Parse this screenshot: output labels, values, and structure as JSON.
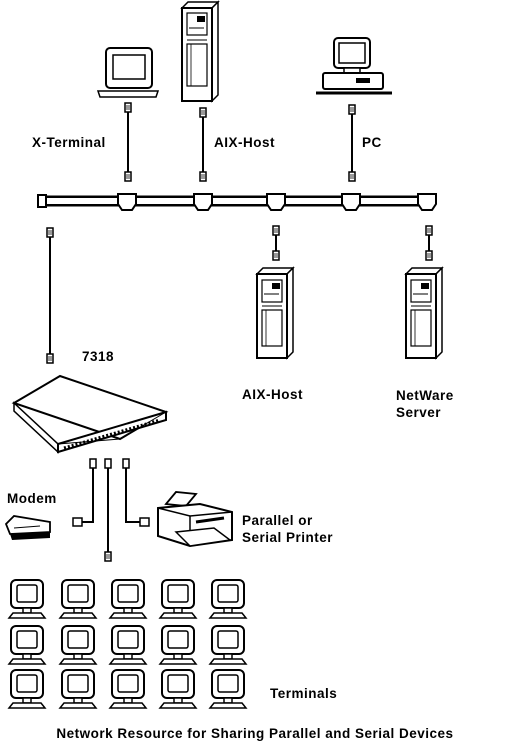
{
  "labels": {
    "x_terminal": "X-Terminal",
    "aix_host_top": "AIX-Host",
    "pc": "PC",
    "aix_host_bottom": "AIX-Host",
    "netware_line1": "NetWare",
    "netware_line2": "Server",
    "device_7318": "7318",
    "modem": "Modem",
    "printer_line1": "Parallel or",
    "printer_line2": "Serial Printer",
    "terminals": "Terminals"
  },
  "caption": "Network Resource for Sharing Parallel and Serial Devices",
  "terminal_grid": {
    "rows": 3,
    "columns": 5
  }
}
